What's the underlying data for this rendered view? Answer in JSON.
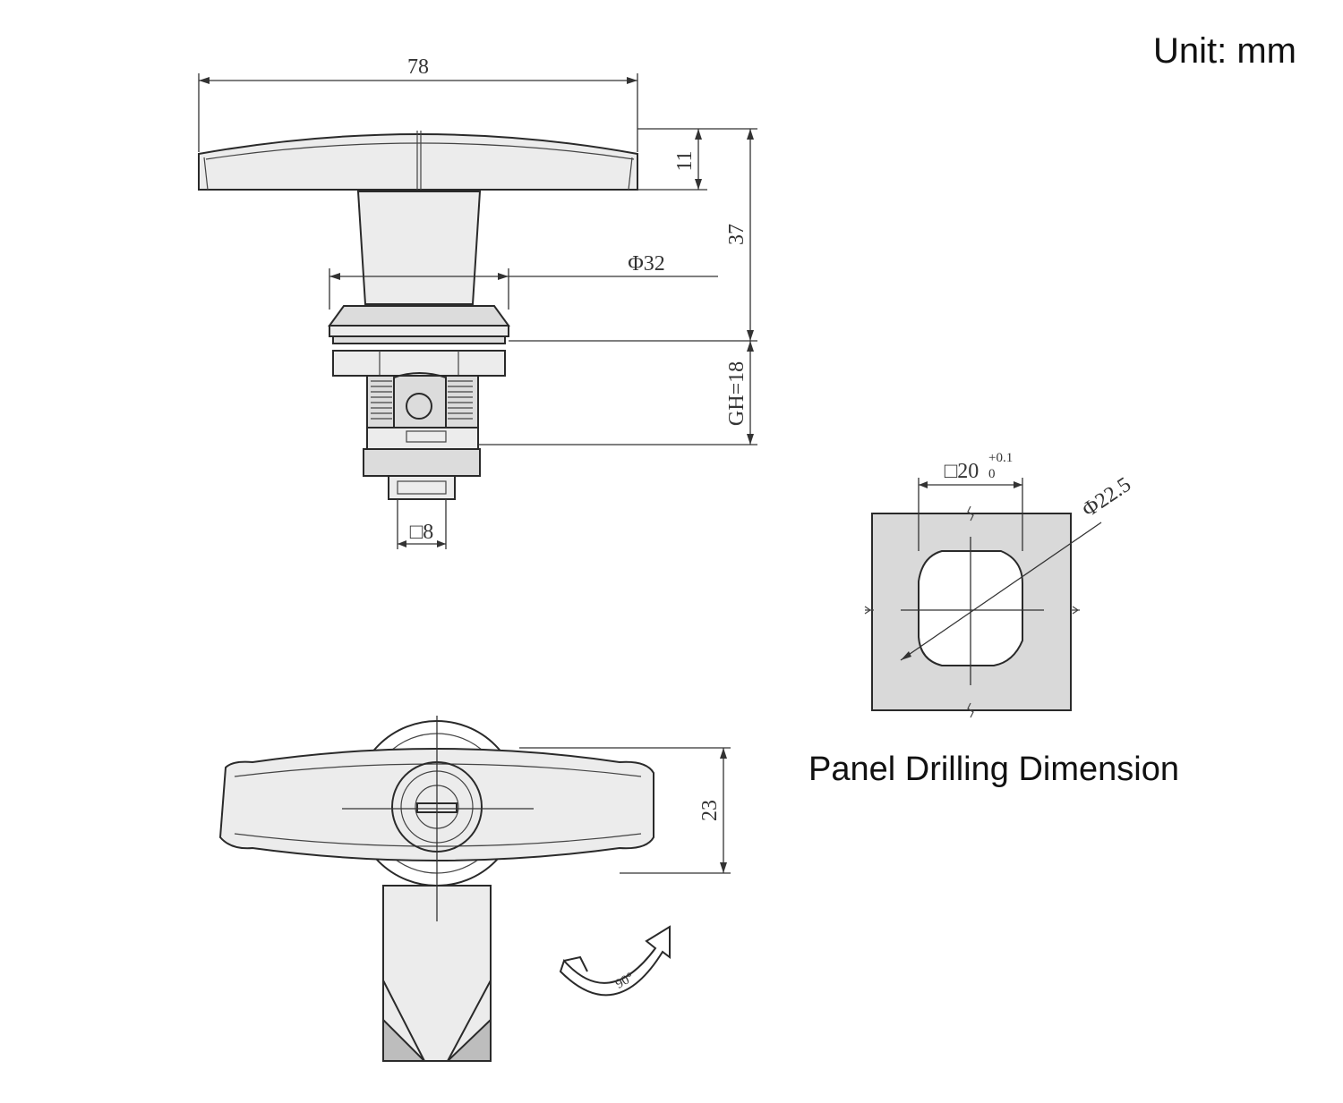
{
  "unit_label": "Unit: mm",
  "panel_caption": "Panel Drilling Dimension",
  "dimensions": {
    "handle_width": "78",
    "handle_height": "11",
    "total_height": "37",
    "body_diameter": "Φ32",
    "grip_height": "GH=18",
    "square_drive": "□8",
    "handle_depth": "23",
    "cutout_square": "□20",
    "cutout_tol_upper": "+0.1",
    "cutout_tol_lower": "0",
    "cutout_diameter": "Φ22.5",
    "rotation": "90°"
  },
  "colors": {
    "outline": "#2a2a2a",
    "metal_fill": "#dcdcdc",
    "panel_fill": "#d9d9d9",
    "background": "#ffffff"
  }
}
